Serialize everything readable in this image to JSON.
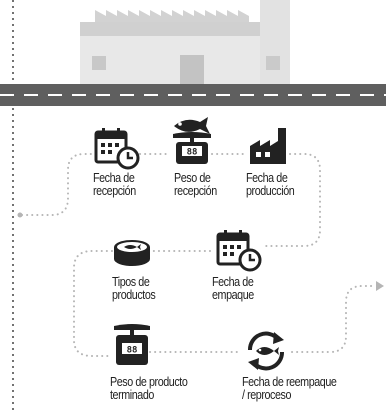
{
  "steps": [
    {
      "icon": "calendar-clock-icon",
      "line1": "Fecha de",
      "line2": "recepción"
    },
    {
      "icon": "fish-scale-icon",
      "line1": "Peso de",
      "line2": "recepción"
    },
    {
      "icon": "factory-icon",
      "line1": "Fecha de",
      "line2": "producción"
    },
    {
      "icon": "tuna-can-icon",
      "line1": "Tipos de",
      "line2": "productos"
    },
    {
      "icon": "calendar-clock-icon",
      "line1": "Fecha de",
      "line2": "empaque"
    },
    {
      "icon": "scale-icon",
      "line1": "Peso de producto",
      "line2": "terminado"
    },
    {
      "icon": "recycle-fish-icon",
      "line1": "Fecha de reempaque",
      "line2": "/ reproceso"
    }
  ],
  "scale_display": "88",
  "colors": {
    "ink": "#222222",
    "road": "#5f5f5f",
    "building_light": "#e6e6e6",
    "building_mid": "#cfcfcf",
    "dots": "#b5b5b5"
  }
}
